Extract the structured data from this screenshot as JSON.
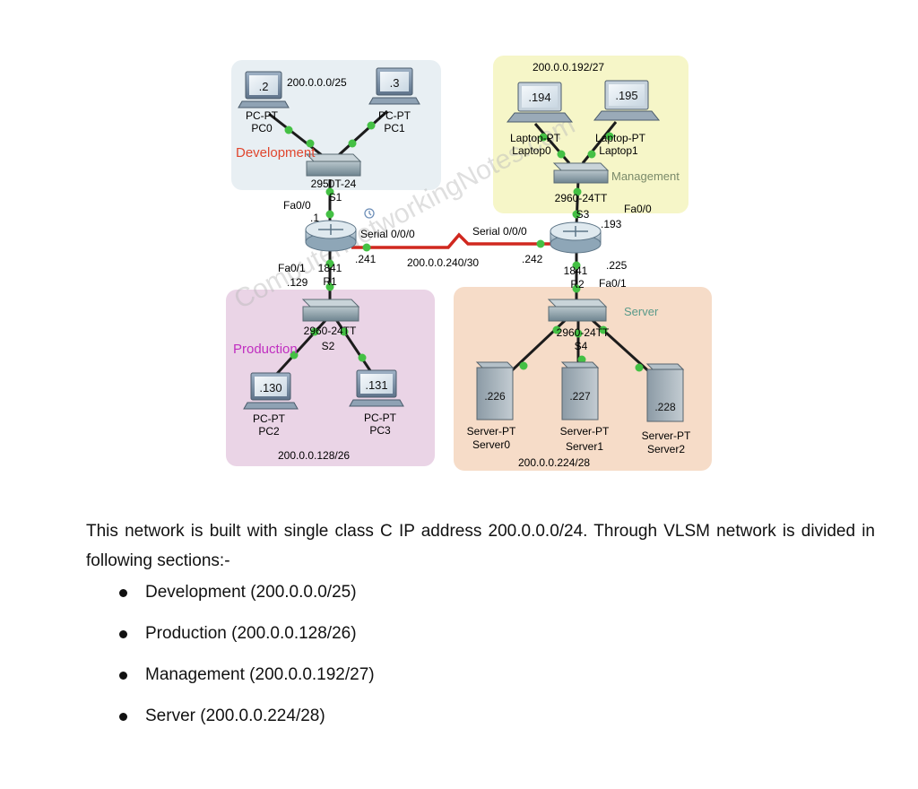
{
  "diagram": {
    "zones": {
      "development": {
        "label": "Development",
        "subnet": "200.0.0.0/25"
      },
      "management": {
        "label": "Management",
        "subnet": "200.0.0.192/27"
      },
      "production": {
        "label": "Production",
        "subnet": "200.0.0.128/26"
      },
      "server": {
        "label": "Server",
        "subnet": "200.0.0.224/28"
      }
    },
    "devices": {
      "pc0": {
        "screen": ".2",
        "type": "PC-PT",
        "name": "PC0"
      },
      "pc1": {
        "screen": ".3",
        "type": "PC-PT",
        "name": "PC1"
      },
      "pc2": {
        "screen": ".130",
        "type": "PC-PT",
        "name": "PC2"
      },
      "pc3": {
        "screen": ".131",
        "type": "PC-PT",
        "name": "PC3"
      },
      "laptop0": {
        "screen": ".194",
        "type": "Laptop-PT",
        "name": "Laptop0"
      },
      "laptop1": {
        "screen": ".195",
        "type": "Laptop-PT",
        "name": "Laptop1"
      },
      "server0": {
        "screen": ".226",
        "type": "Server-PT",
        "name": "Server0"
      },
      "server1": {
        "screen": ".227",
        "type": "Server-PT",
        "name": "Server1"
      },
      "server2": {
        "screen": ".228",
        "type": "Server-PT",
        "name": "Server2"
      },
      "s1": {
        "model": "2950T-24",
        "name": "S1"
      },
      "s2": {
        "model": "2960-24TT",
        "name": "S2"
      },
      "s3": {
        "model": "2960-24TT",
        "name": "S3"
      },
      "s4": {
        "model": "2960-24TT",
        "name": "S4"
      },
      "r1": {
        "model": "1841",
        "name": "R1"
      },
      "r2": {
        "model": "1841",
        "name": "R2"
      }
    },
    "interfaces": {
      "r1_fa00": "Fa0/0",
      "r1_fa00_ip": ".1",
      "r1_fa01": "Fa0/1",
      "r1_fa01_ip": ".129",
      "r1_serial": "Serial 0/0/0",
      "r1_serial_ip": ".241",
      "r2_serial": "Serial 0/0/0",
      "r2_serial_ip": ".242",
      "r2_fa00": "Fa0/0",
      "r2_fa00_ip": ".193",
      "r2_fa01": "Fa0/1",
      "r2_fa01_ip": ".225",
      "wan_subnet": "200.0.0.240/30"
    },
    "watermark": "ComputerNetworkingNotes.com"
  },
  "text": {
    "paragraph": "This network is built with single class C IP address 200.0.0.0/24. Through VLSM network is divided in following sections:-",
    "bullets": [
      "Development (200.0.0.0/25)",
      "Production (200.0.0.128/26)",
      "Management (200.0.0.192/27)",
      "Server (200.0.0.224/28)"
    ]
  },
  "colors": {
    "development_zone": "#e8eff3",
    "management_zone": "#f6f6c8",
    "production_zone": "#ead4e6",
    "server_zone": "#f6dcc8",
    "serial_link": "#d0281f",
    "link_dot": "#44c044",
    "development_label": "#e0462e",
    "production_label": "#c02ec0",
    "management_label": "#7a8a6a",
    "server_label": "#5a9a8a"
  }
}
